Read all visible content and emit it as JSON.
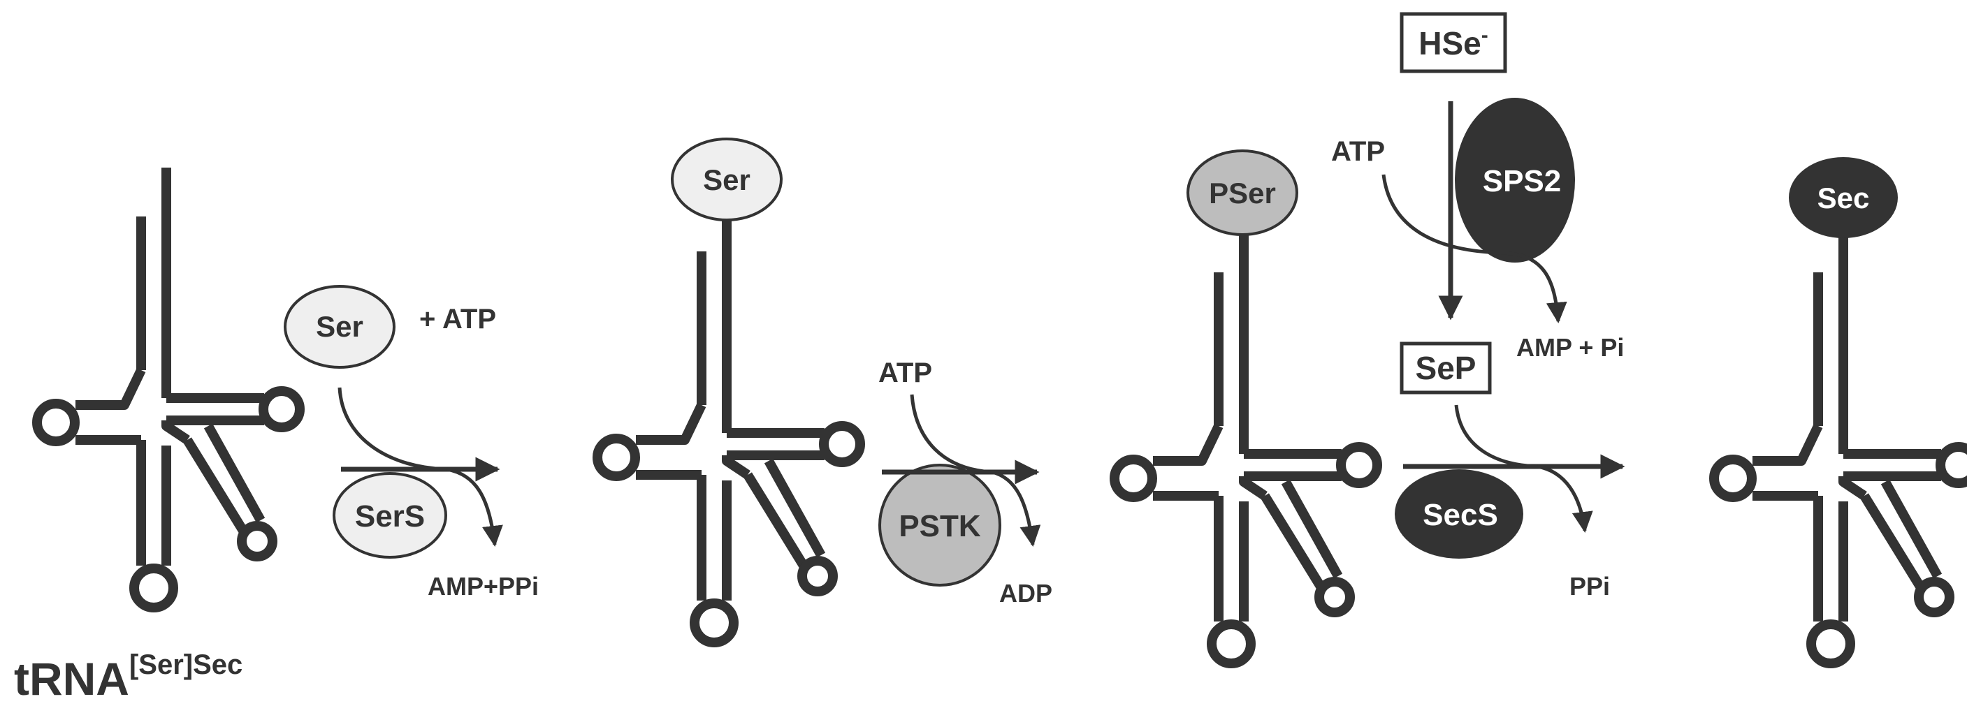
{
  "trna_label": {
    "main": "tRNA",
    "superscript": "[Ser]Sec"
  },
  "ser_free": "Ser",
  "plus_atp": "+ ATP",
  "sers_enzyme": "SerS",
  "amp_ppi": "AMP+PPi",
  "ser_charged": "Ser",
  "atp_2": "ATP",
  "pstk_enzyme": "PSTK",
  "adp": "ADP",
  "pser_charged": "PSer",
  "hse_box": {
    "main": "HSe",
    "superscript": "-"
  },
  "atp_3": "ATP",
  "sps2_enzyme": "SPS2",
  "amp_pi": "AMP + Pi",
  "sep_box": "SeP",
  "secs_enzyme": "SecS",
  "ppi": "PPi",
  "sec_charged": "Sec",
  "colors": {
    "ink": "#333333",
    "light_fill": "#efefef",
    "grey_fill": "#bdbdbd",
    "dark_fill": "#333333"
  }
}
